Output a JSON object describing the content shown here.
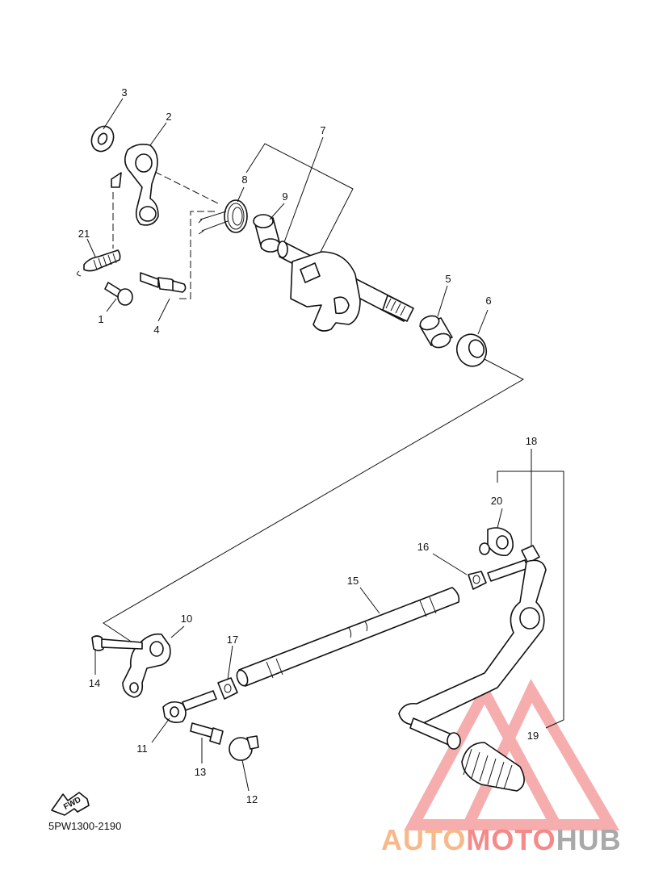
{
  "diagram_code": "5PW1300-2190",
  "fwd_label": "FWD",
  "watermark": {
    "part1": "AUTO",
    "part2": "MOTO",
    "part3": "HUB",
    "colors": {
      "auto": "#f7b98a",
      "moto": "#f48a8a",
      "hub": "#a9a9a9",
      "logo": "#f06b6b"
    }
  },
  "callouts": [
    "1",
    "2",
    "3",
    "4",
    "5",
    "6",
    "7",
    "8",
    "9",
    "10",
    "11",
    "12",
    "13",
    "14",
    "15",
    "16",
    "17",
    "18",
    "19",
    "20",
    "21"
  ]
}
